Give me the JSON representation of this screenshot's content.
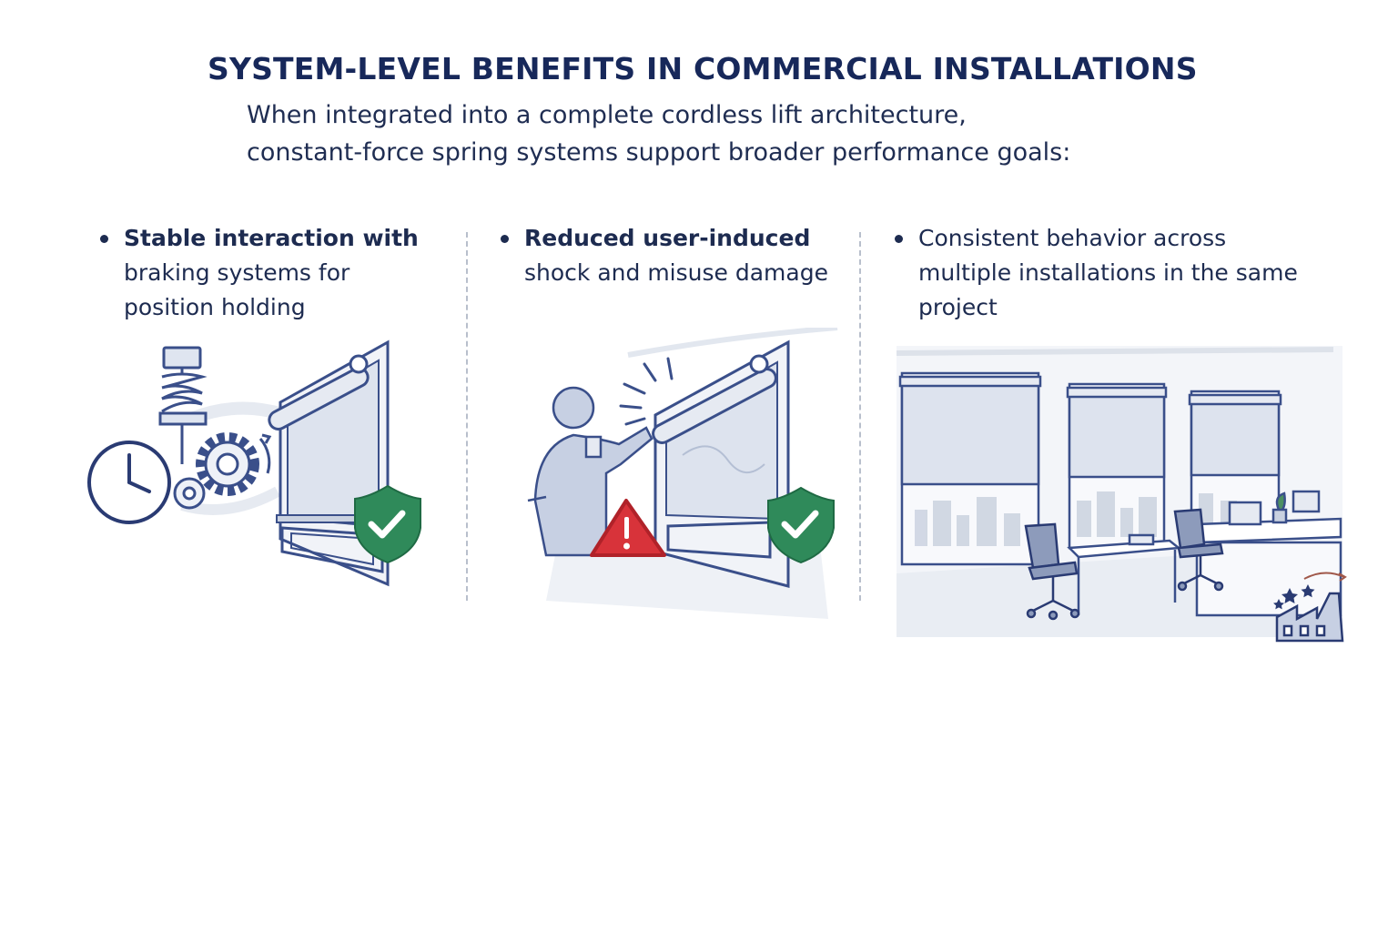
{
  "heading": "SYSTEM-LEVEL BENEFITS IN COMMERCIAL INSTALLATIONS",
  "intro": {
    "line1": "When integrated into a complete cordless lift architecture,",
    "line2": "constant-force spring systems support broader performance   goals:"
  },
  "benefits": [
    {
      "lines": [
        "Stable interaction with",
        "braking systems for",
        "position holding"
      ],
      "icons": [
        "spring-icon",
        "clock-icon",
        "gear-icon",
        "roller-shade-icon",
        "check-shield-icon"
      ]
    },
    {
      "lines": [
        "Reduced user-induced",
        "shock and misuse damage"
      ],
      "icons": [
        "person-icon",
        "warning-icon",
        "roller-shade-icon",
        "check-shield-icon"
      ]
    },
    {
      "lines": [
        "Consistent behavior across",
        "multiple installations in the same",
        "project"
      ],
      "icons": [
        "office-windows-icon",
        "office-chair-icon",
        "desk-icon",
        "factory-icon"
      ]
    }
  ],
  "colors": {
    "navy": "#17285a",
    "shield_green": "#2f8a5a",
    "warning_red": "#d8333a",
    "line_blue": "#3a4f8a"
  }
}
